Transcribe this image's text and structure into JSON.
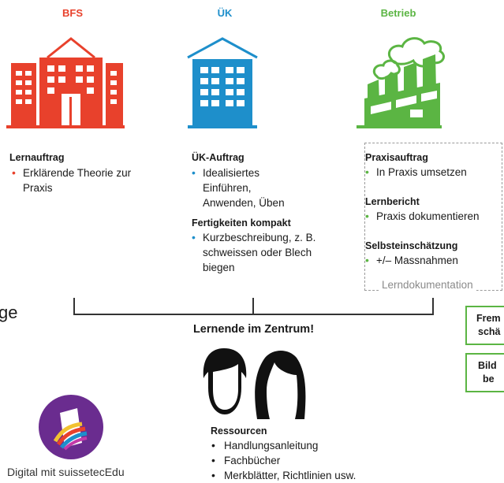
{
  "columns": {
    "bfs": {
      "title": "BFS",
      "color": "#e8412c"
    },
    "uek": {
      "title": "ÜK",
      "color": "#1e8fcb"
    },
    "betrieb": {
      "title": "Betrieb",
      "color": "#5bb543"
    }
  },
  "bfs_section": {
    "title": "Lernauftrag",
    "items": [
      "Erklärende Theorie zur Praxis"
    ]
  },
  "uek_section": {
    "title": "ÜK-Auftrag",
    "items": [
      "Idealisiertes Einführen, Anwenden, Üben"
    ],
    "title2": "Fertigkeiten kompakt",
    "items2": [
      "Kurzbeschreibung, z. B. schweissen oder Blech biegen"
    ]
  },
  "betrieb_section": {
    "blocks": [
      {
        "title": "Praxisauftrag",
        "items": [
          "In Praxis umsetzen"
        ]
      },
      {
        "title": "Lernbericht",
        "items": [
          "Praxis dokumentieren"
        ]
      },
      {
        "title": "Selbsteinschätzung",
        "items": [
          "+/– Massnahmen"
        ]
      }
    ],
    "box_label": "Lerndokumentation"
  },
  "left_fragment": "ge",
  "center_title": "Lernende im Zentrum!",
  "ressourcen": {
    "title": "Ressourcen",
    "items": [
      "Handlungsanleitung",
      "Fachbücher",
      "Merkblätter, Richtlinien usw."
    ]
  },
  "logo_caption": "Digital mit suissetecEdu",
  "side_boxes": [
    {
      "line1": "Frem",
      "line2": "schä"
    },
    {
      "line1": "Bild",
      "line2": "be"
    }
  ]
}
